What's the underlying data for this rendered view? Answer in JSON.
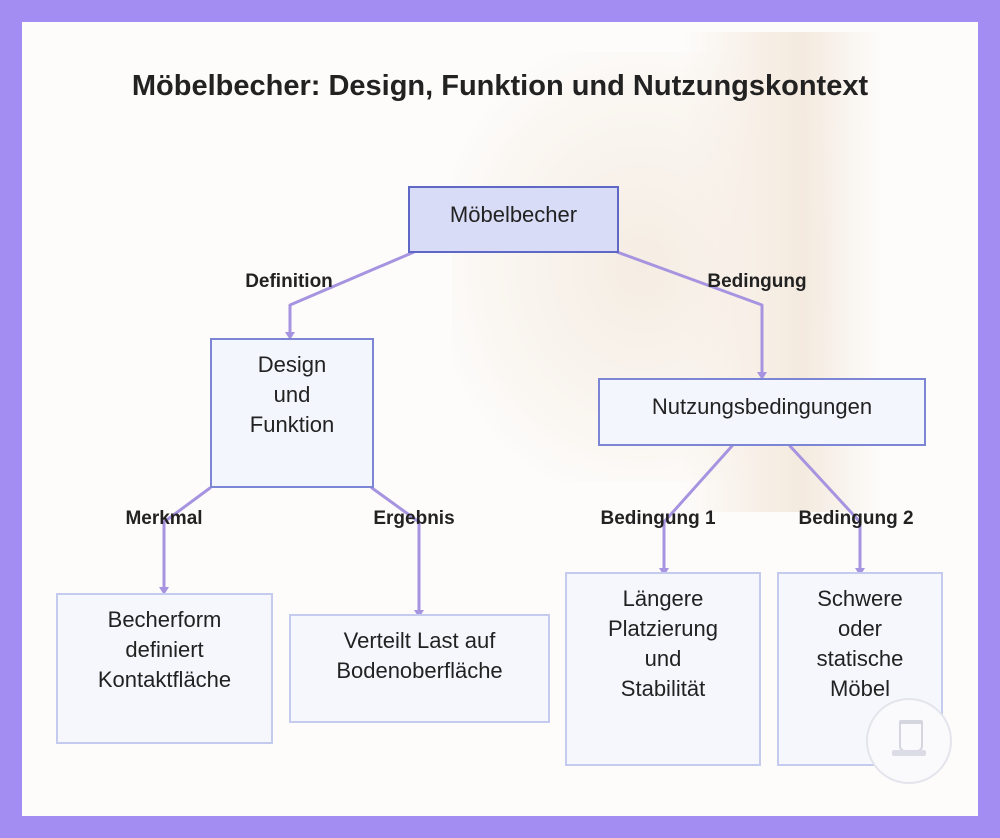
{
  "title": "Möbelbecher: Design, Funktion und Nutzungskontext",
  "colors": {
    "frame": "#a38df2",
    "connector": "#a794e0",
    "box_border": "#7d86d4",
    "box_fill": "#f4f6fd",
    "root_fill": "#d9dcf7"
  },
  "nodes": {
    "root": "Möbelbecher",
    "design": "Design\nund\nFunktion",
    "usage": "Nutzungsbedingungen",
    "contact": "Becherform\ndefiniert\nKontaktfläche",
    "load": "Verteilt Last auf\nBodenoberfläche",
    "placement": "Längere\nPlatzierung\nund\nStabilität",
    "furniture": "Schwere\noder\nstatische\nMöbel"
  },
  "edges": {
    "definition": "Definition",
    "bedingung": "Bedingung",
    "merkmal": "Merkmal",
    "ergebnis": "Ergebnis",
    "bedingung1": "Bedingung 1",
    "bedingung2": "Bedingung 2"
  },
  "badge_icon": "furniture-cup-icon"
}
